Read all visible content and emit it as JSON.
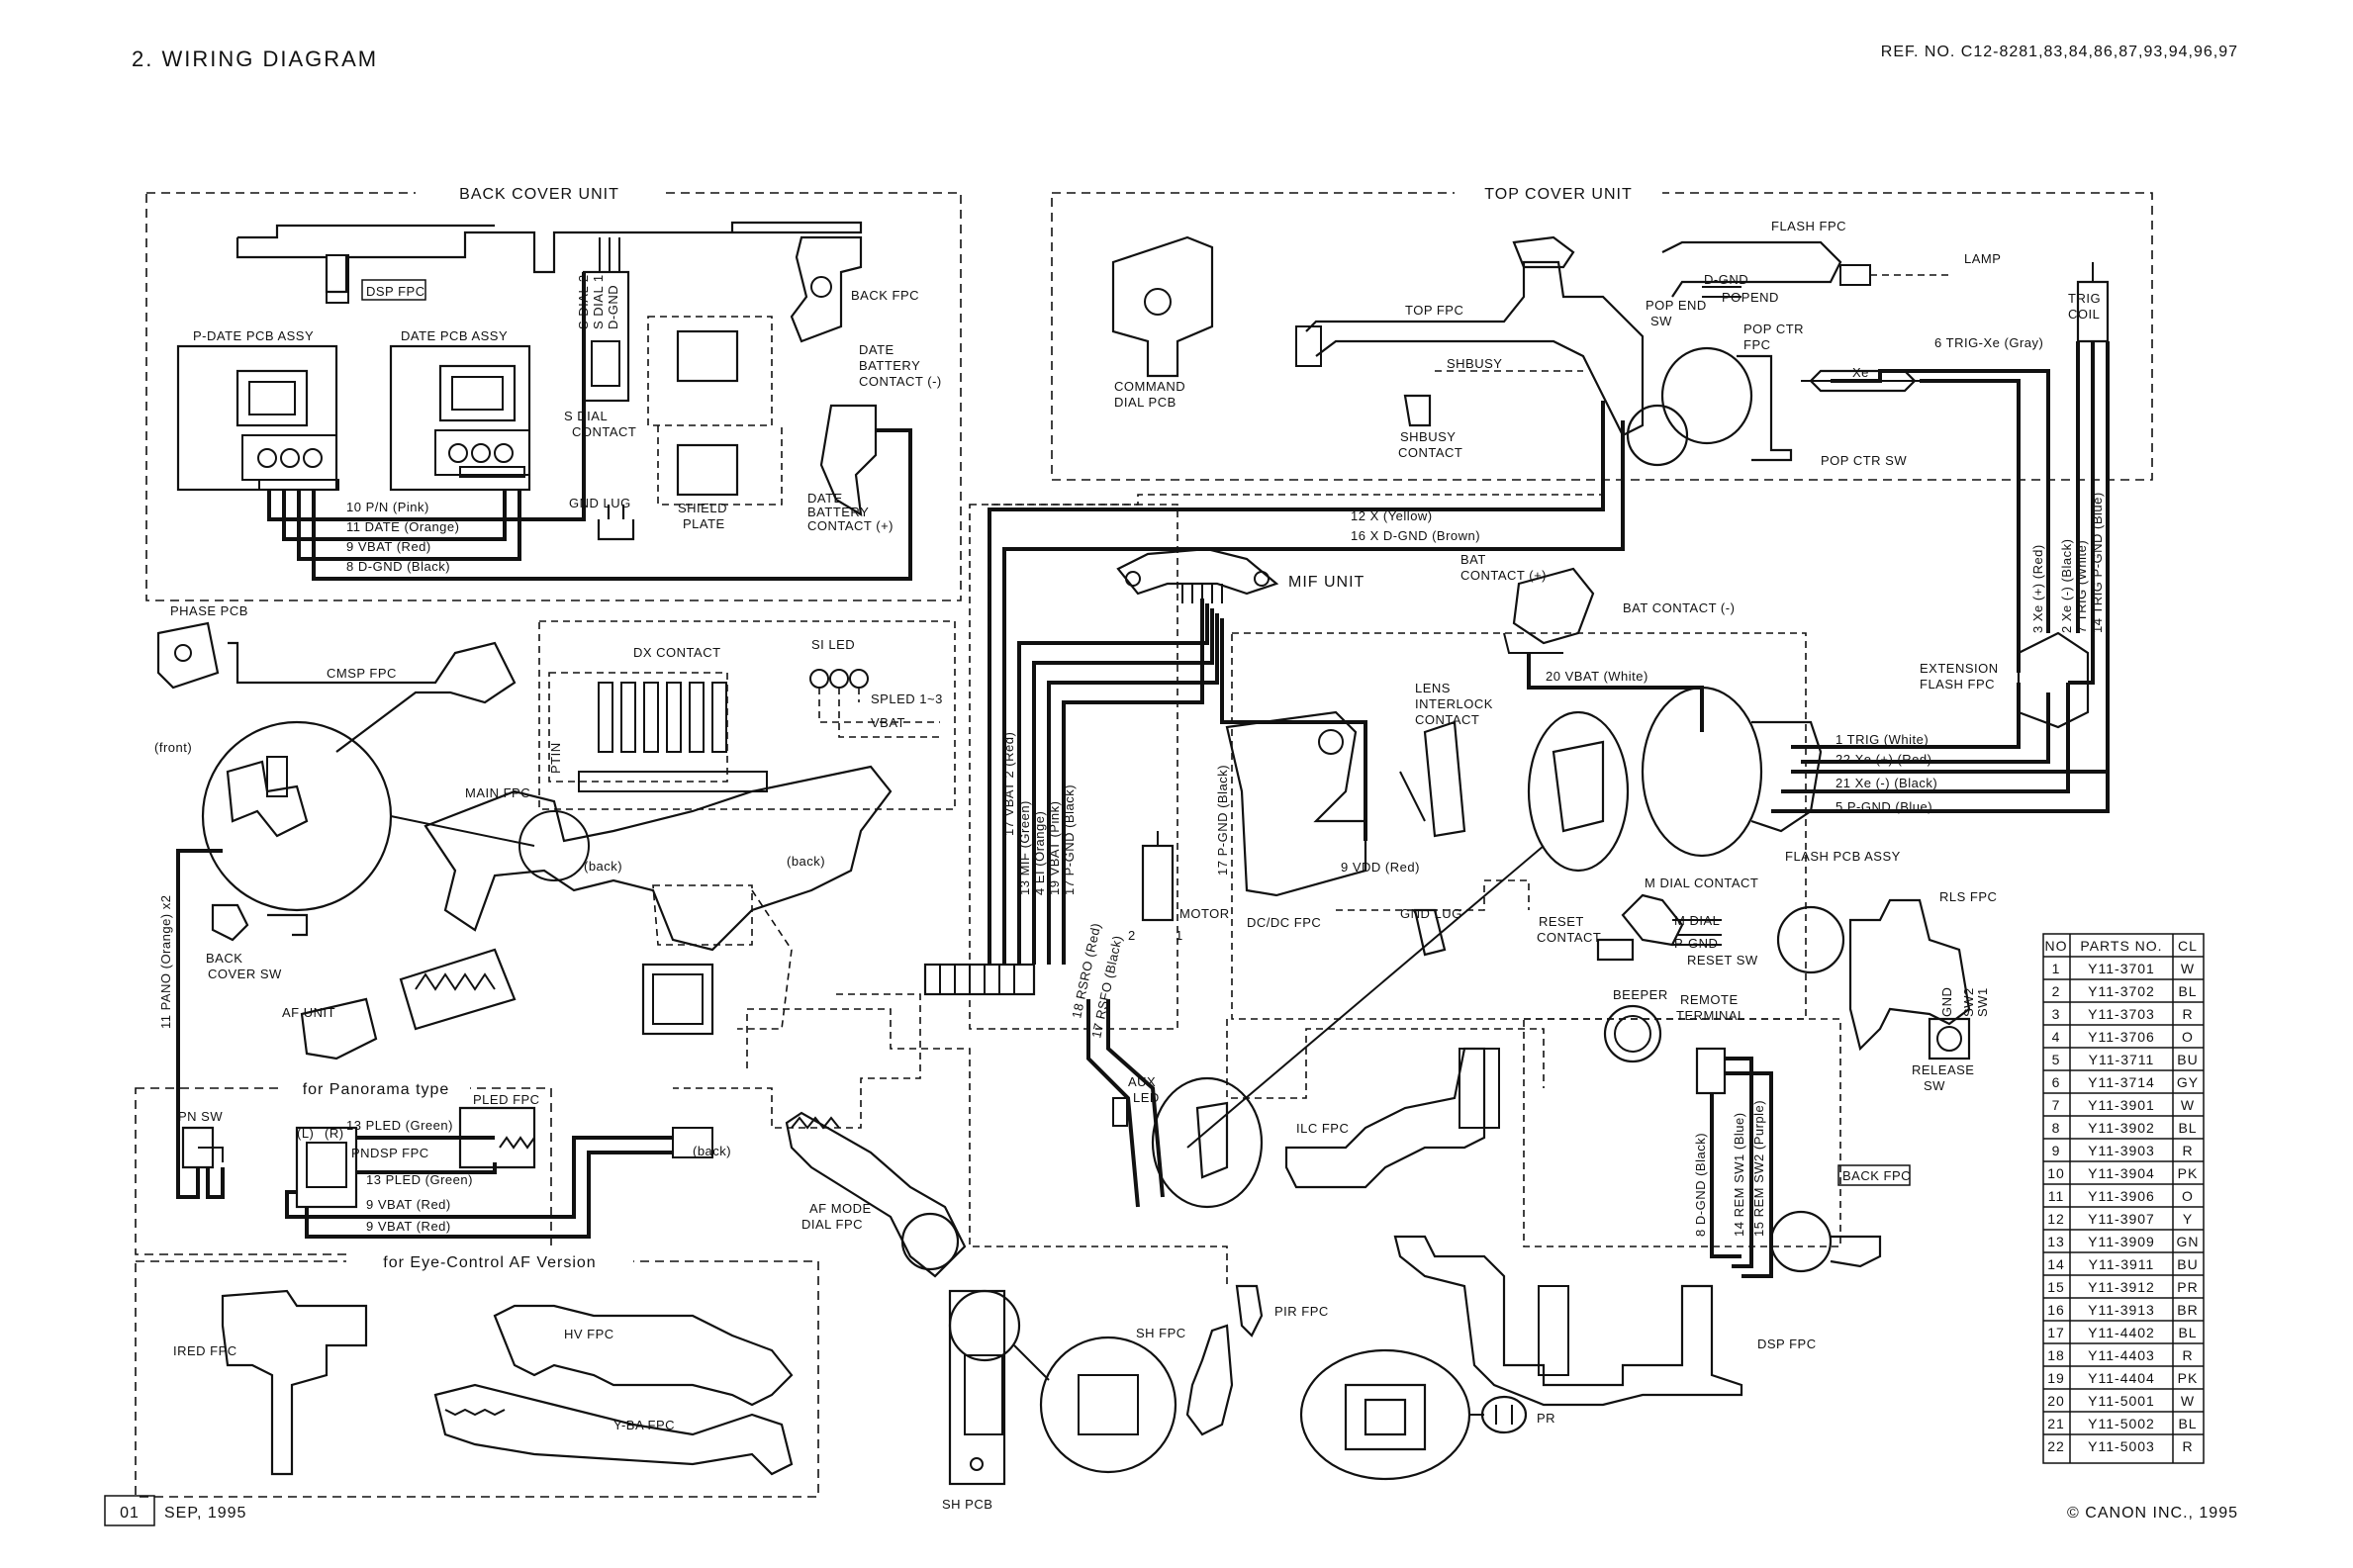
{
  "title": "2. WIRING DIAGRAM",
  "ref_no": "REF. NO. C12-8281,83,84,86,87,93,94,96,97",
  "footer": {
    "page": "01",
    "date": "SEP, 1995",
    "copyright": "© CANON INC., 1995"
  },
  "units": {
    "back_cover": "BACK COVER UNIT",
    "top_cover": "TOP COVER UNIT",
    "panorama": "for Panorama type",
    "eye_control": "for Eye-Control AF Version"
  },
  "components": [
    "DSP FPC",
    "BACK FPC",
    "P-DATE PCB ASSY",
    "DATE PCB ASSY",
    "S DIAL 2",
    "S DIAL 1",
    "D-GND",
    "DATE",
    "BATTERY",
    "CONTACT (-)",
    "S DIAL",
    "CONTACT",
    "GND LUG",
    "SHIELD",
    "PLATE",
    "DATE",
    "BATTERY",
    "CONTACT (+)",
    "COMMAND",
    "DIAL PCB",
    "TOP FPC",
    "SHBUSY",
    "SHBUSY",
    "CONTACT",
    "FLASH FPC",
    "LAMP",
    "D-GND",
    "POP END",
    "SW",
    "POPEND",
    "POP CTR",
    "FPC",
    "POP CTR SW",
    "Xe",
    "TRIG",
    "COIL",
    "MIF UNIT",
    "BAT",
    "CONTACT (+)",
    "BAT CONTACT (-)",
    "PHASE PCB",
    "CMSP FPC",
    "(front)",
    "DX CONTACT",
    "SI LED",
    "SPLED 1~3",
    "VBAT",
    "PTIN",
    "MAIN FPC",
    "(back)",
    "(back)",
    "LENS",
    "INTERLOCK",
    "CONTACT",
    "EXTENSION",
    "FLASH FPC",
    "FLASH PCB ASSY",
    "BACK",
    "COVER SW",
    "MOTOR",
    "DC/DC FPC",
    "GND LUG",
    "AF UNIT",
    "M DIAL CONTACT",
    "M DIAL",
    "P-GND",
    "RESET",
    "CONTACT",
    "RESET SW",
    "RLS FPC",
    "GND",
    "SW2",
    "SW1",
    "RELEASE",
    "SW",
    "PN SW",
    "PLED FPC",
    "(L)",
    "(R)",
    "PNDSP FPC",
    "(back)",
    "AUX",
    "LED",
    "BEEPER",
    "REMOTE",
    "TERMINAL",
    "ILC FPC",
    "AF MODE",
    "DIAL FPC",
    "BACK FPC",
    "DSP FPC",
    "IRED FPC",
    "HV FPC",
    "Y-BA FPC",
    "SH FPC",
    "PIR FPC",
    "PR",
    "SH PCB"
  ],
  "wire_labels": [
    {
      "no": "10",
      "text": "P/N (Pink)"
    },
    {
      "no": "11",
      "text": "DATE (Orange)"
    },
    {
      "no": "9",
      "text": "VBAT (Red)"
    },
    {
      "no": "8",
      "text": "D-GND (Black)"
    },
    {
      "no": "12",
      "text": "X (Yellow)"
    },
    {
      "no": "16",
      "text": "X D-GND (Brown)"
    },
    {
      "no": "6",
      "text": "TRIG-Xe (Gray)"
    },
    {
      "no": "3",
      "text": "Xe (+) (Red)"
    },
    {
      "no": "2",
      "text": "Xe (-) (Black)"
    },
    {
      "no": "7",
      "text": "TRIG (White)"
    },
    {
      "no": "14",
      "text": "TRIG P-GND (Blue)"
    },
    {
      "no": "20",
      "text": "VBAT (White)"
    },
    {
      "no": "1",
      "text": "TRIG (White)"
    },
    {
      "no": "22",
      "text": "Xe (+) (Red)"
    },
    {
      "no": "21",
      "text": "Xe (-) (Black)"
    },
    {
      "no": "5",
      "text": "P-GND (Blue)"
    },
    {
      "no": "17",
      "text": "VBAT 2 (Red)"
    },
    {
      "no": "13",
      "text": "MIF (Green)"
    },
    {
      "no": "4",
      "text": "EI (Orange)"
    },
    {
      "no": "19",
      "text": "VBAT (Pink)"
    },
    {
      "no": "17",
      "text": "P-GND (Black)"
    },
    {
      "no": "17",
      "text": "P-GND (Black)"
    },
    {
      "no": "9",
      "text": "VDD (Red)"
    },
    {
      "no": "2",
      "text": ""
    },
    {
      "no": "1",
      "text": ""
    },
    {
      "no": "18",
      "text": "RSRO (Red)"
    },
    {
      "no": "17",
      "text": "RSFO (Black)"
    },
    {
      "no": "11",
      "text": "PANO (Orange) x2"
    },
    {
      "no": "13",
      "text": "PLED (Green)"
    },
    {
      "no": "13",
      "text": "PLED (Green)"
    },
    {
      "no": "9",
      "text": "VBAT (Red)"
    },
    {
      "no": "9",
      "text": "VBAT (Red)"
    },
    {
      "no": "8",
      "text": "D-GND (Black)"
    },
    {
      "no": "14",
      "text": "REM SW1 (Blue)"
    },
    {
      "no": "15",
      "text": "REM SW2 (Purple)"
    }
  ],
  "parts_table": {
    "headers": [
      "NO",
      "PARTS NO.",
      "CL"
    ],
    "rows": [
      [
        "1",
        "Y11-3701",
        "W"
      ],
      [
        "2",
        "Y11-3702",
        "BL"
      ],
      [
        "3",
        "Y11-3703",
        "R"
      ],
      [
        "4",
        "Y11-3706",
        "O"
      ],
      [
        "5",
        "Y11-3711",
        "BU"
      ],
      [
        "6",
        "Y11-3714",
        "GY"
      ],
      [
        "7",
        "Y11-3901",
        "W"
      ],
      [
        "8",
        "Y11-3902",
        "BL"
      ],
      [
        "9",
        "Y11-3903",
        "R"
      ],
      [
        "10",
        "Y11-3904",
        "PK"
      ],
      [
        "11",
        "Y11-3906",
        "O"
      ],
      [
        "12",
        "Y11-3907",
        "Y"
      ],
      [
        "13",
        "Y11-3909",
        "GN"
      ],
      [
        "14",
        "Y11-3911",
        "BU"
      ],
      [
        "15",
        "Y11-3912",
        "PR"
      ],
      [
        "16",
        "Y11-3913",
        "BR"
      ],
      [
        "17",
        "Y11-4402",
        "BL"
      ],
      [
        "18",
        "Y11-4403",
        "R"
      ],
      [
        "19",
        "Y11-4404",
        "PK"
      ],
      [
        "20",
        "Y11-5001",
        "W"
      ],
      [
        "21",
        "Y11-5002",
        "BL"
      ],
      [
        "22",
        "Y11-5003",
        "R"
      ]
    ]
  }
}
